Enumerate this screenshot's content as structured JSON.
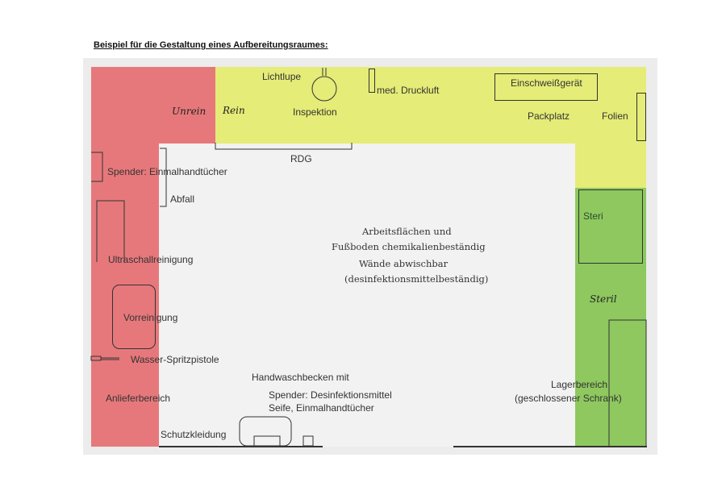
{
  "title": "Beispiel für die Gestaltung eines Aufbereitungsraumes:",
  "zones": {
    "unrein": "Unrein",
    "rein": "Rein",
    "steril": "Steril"
  },
  "labels": {
    "lichtlupe": "Lichtlupe",
    "druckluft": "med. Druckluft",
    "einschweiss": "Einschweißgerät",
    "inspektion": "Inspektion",
    "packplatz": "Packplatz",
    "folien": "Folien",
    "rdg": "RDG",
    "spender": "Spender: Einmalhandtücher",
    "abfall": "Abfall",
    "steri": "Steri",
    "ultraschall": "Ultraschallreinigung",
    "vorreinigung": "Vorreinigung",
    "spritzpistole": "Wasser-Spritzpistole",
    "anlieferbereich": "Anlieferbereich",
    "lager1": "Lagerbereich",
    "lager2": "(geschlossener Schrank)",
    "schutzkleidung": "Schutzkleidung",
    "hand1": "Handwaschbecken mit",
    "hand2": "Spender: Desinfektionsmittel",
    "hand3": "Seife, Einmalhandtücher"
  },
  "center": {
    "line1": "Arbeitsflächen und",
    "line2": "Fußboden chemikalienbeständig",
    "line3": "Wände abwischbar",
    "line4": "(desinfektionsmittelbeständig)"
  },
  "colors": {
    "unrein": "#e6787b",
    "rein": "#e5ec77",
    "steril": "#8ec85f",
    "floor": "#f2f2f2"
  }
}
